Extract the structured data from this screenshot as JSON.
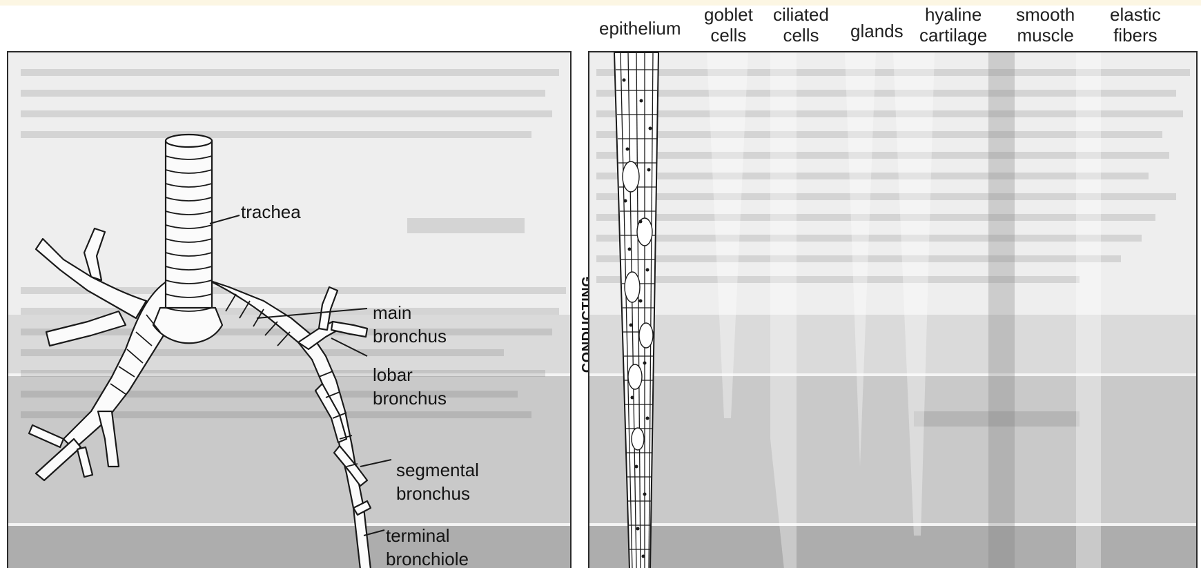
{
  "column_headers": [
    {
      "id": "epithelium",
      "lines": [
        "epithelium"
      ]
    },
    {
      "id": "goblet",
      "lines": [
        "goblet",
        "cells"
      ]
    },
    {
      "id": "ciliated",
      "lines": [
        "ciliated",
        "cells"
      ]
    },
    {
      "id": "glands",
      "lines": [
        "glands"
      ]
    },
    {
      "id": "hyaline",
      "lines": [
        "hyaline",
        "cartilage"
      ]
    },
    {
      "id": "smooth",
      "lines": [
        "smooth",
        "muscle"
      ]
    },
    {
      "id": "elastic",
      "lines": [
        "elastic",
        "fibers"
      ]
    }
  ],
  "airway_labels": {
    "trachea": "trachea",
    "main_bronchus": [
      "main",
      "bronchus"
    ],
    "lobar_bronchus": [
      "lobar",
      "bronchus"
    ],
    "segmental_bronchus": [
      "segmental",
      "bronchus"
    ],
    "terminal_bronchiole": [
      "terminal",
      "bronchiole"
    ]
  },
  "zone_label": "CONDUCTING",
  "colors": {
    "band_light": "#eeeeee",
    "band_mid": "#dadada",
    "band_dark": "#c9c9c9",
    "band_darkest": "#adadad",
    "line": "#1a1a1a"
  }
}
